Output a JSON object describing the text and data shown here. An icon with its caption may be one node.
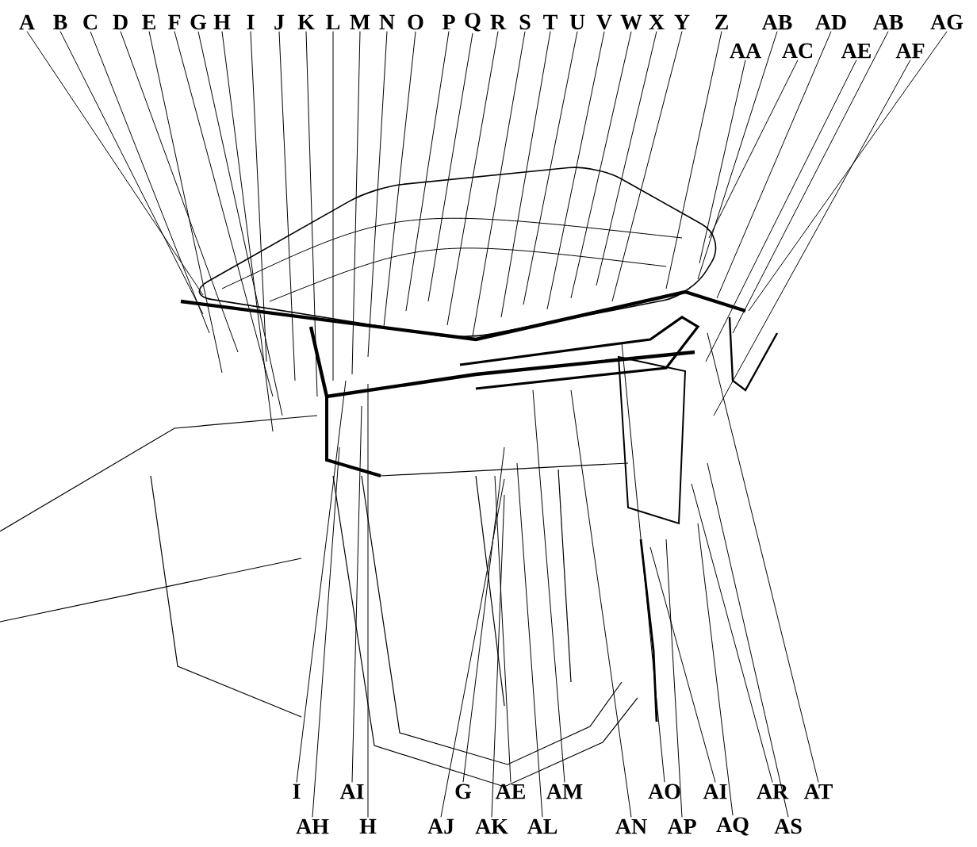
{
  "diagram": {
    "nodes": [
      {
        "text": [
          "A"
        ]
      },
      {
        "text": [
          "B"
        ]
      },
      {
        "text": [
          "C"
        ]
      },
      {
        "text": [
          "D"
        ]
      },
      {
        "text": [
          "E"
        ]
      },
      {
        "text": [
          "F"
        ]
      },
      {
        "text": [
          "G"
        ]
      },
      {
        "text": [
          "H"
        ]
      },
      {
        "text": [
          "I"
        ]
      },
      {
        "text": [
          "J"
        ]
      },
      {
        "text": [
          "K"
        ]
      },
      {
        "text": [
          "L"
        ]
      },
      {
        "text": [
          "M"
        ]
      },
      {
        "text": [
          "N"
        ]
      },
      {
        "text": [
          "O"
        ]
      },
      {
        "text": [
          "P"
        ]
      },
      {
        "text": [
          "Q"
        ]
      },
      {
        "text": [
          "R"
        ]
      },
      {
        "text": [
          "S"
        ]
      },
      {
        "text": [
          "T"
        ]
      },
      {
        "text": [
          "U"
        ]
      },
      {
        "text": [
          "V"
        ]
      },
      {
        "text": [
          "W"
        ]
      },
      {
        "text": [
          "X"
        ]
      },
      {
        "text": [
          "Y"
        ]
      },
      {
        "text": [
          "Z"
        ]
      },
      {
        "text": [
          "AB"
        ]
      },
      {
        "text": [
          "AD"
        ]
      },
      {
        "text": [
          "AB"
        ]
      },
      {
        "text": [
          "AG"
        ]
      },
      {
        "text": [
          "AA"
        ]
      },
      {
        "text": [
          "AC"
        ]
      },
      {
        "text": [
          "AE"
        ]
      },
      {
        "text": [
          "AF"
        ]
      },
      {
        "text": [
          "I"
        ]
      },
      {
        "text": [
          "AI"
        ]
      },
      {
        "text": [
          "G"
        ]
      },
      {
        "text": [
          "AE"
        ]
      },
      {
        "text": [
          "AM"
        ]
      },
      {
        "text": [
          "AO"
        ]
      },
      {
        "text": [
          "AI"
        ]
      },
      {
        "text": [
          "AR"
        ]
      },
      {
        "text": [
          "AT"
        ]
      },
      {
        "text": [
          "AH"
        ]
      },
      {
        "text": [
          "H"
        ]
      },
      {
        "text": [
          "AJ"
        ]
      },
      {
        "text": [
          "AK"
        ]
      },
      {
        "text": [
          "AL"
        ]
      },
      {
        "text": [
          "AN"
        ]
      },
      {
        "text": [
          "AP"
        ]
      },
      {
        "text": [
          "AQ"
        ]
      },
      {
        "text": [
          "AS"
        ]
      }
    ],
    "edges": [
      {
        "from": 0,
        "to": null,
        "arrow": "none"
      },
      {
        "from": 1,
        "to": null,
        "arrow": "none"
      },
      {
        "from": 2,
        "to": null,
        "arrow": "none"
      },
      {
        "from": 3,
        "to": null,
        "arrow": "none"
      },
      {
        "from": 4,
        "to": null,
        "arrow": "none"
      },
      {
        "from": 5,
        "to": null,
        "arrow": "none"
      },
      {
        "from": 6,
        "to": null,
        "arrow": "none"
      },
      {
        "from": 7,
        "to": null,
        "arrow": "none"
      },
      {
        "from": 8,
        "to": null,
        "arrow": "none"
      },
      {
        "from": 9,
        "to": null,
        "arrow": "none"
      },
      {
        "from": 10,
        "to": null,
        "arrow": "none"
      },
      {
        "from": 11,
        "to": null,
        "arrow": "none"
      },
      {
        "from": 12,
        "to": null,
        "arrow": "none"
      },
      {
        "from": 13,
        "to": null,
        "arrow": "none"
      },
      {
        "from": 14,
        "to": null,
        "arrow": "none"
      },
      {
        "from": 15,
        "to": null,
        "arrow": "none"
      },
      {
        "from": 16,
        "to": null,
        "arrow": "none"
      },
      {
        "from": 17,
        "to": null,
        "arrow": "none"
      },
      {
        "from": 18,
        "to": null,
        "arrow": "none"
      },
      {
        "from": 19,
        "to": null,
        "arrow": "none"
      },
      {
        "from": 20,
        "to": null,
        "arrow": "none"
      },
      {
        "from": 21,
        "to": null,
        "arrow": "none"
      },
      {
        "from": 22,
        "to": null,
        "arrow": "none"
      },
      {
        "from": 23,
        "to": null,
        "arrow": "none"
      },
      {
        "from": 24,
        "to": null,
        "arrow": "none"
      },
      {
        "from": 25,
        "to": null,
        "arrow": "none"
      },
      {
        "from": 26,
        "to": null,
        "arrow": "none"
      },
      {
        "from": 27,
        "to": null,
        "arrow": "none"
      },
      {
        "from": 28,
        "to": null,
        "arrow": "none"
      },
      {
        "from": 29,
        "to": null,
        "arrow": "none"
      },
      {
        "from": 30,
        "to": null,
        "arrow": "none"
      },
      {
        "from": 31,
        "to": null,
        "arrow": "none"
      },
      {
        "from": 32,
        "to": null,
        "arrow": "none"
      },
      {
        "from": 33,
        "to": null,
        "arrow": "none"
      },
      {
        "from": 34,
        "to": null,
        "arrow": "none"
      },
      {
        "from": 35,
        "to": null,
        "arrow": "none"
      },
      {
        "from": 36,
        "to": null,
        "arrow": "none"
      },
      {
        "from": 37,
        "to": null,
        "arrow": "none"
      },
      {
        "from": 38,
        "to": null,
        "arrow": "none"
      },
      {
        "from": 39,
        "to": null,
        "arrow": "none"
      },
      {
        "from": 40,
        "to": null,
        "arrow": "none"
      },
      {
        "from": 41,
        "to": null,
        "arrow": "none"
      },
      {
        "from": 42,
        "to": null,
        "arrow": "none"
      },
      {
        "from": 43,
        "to": null,
        "arrow": "none"
      },
      {
        "from": 44,
        "to": null,
        "arrow": "none"
      },
      {
        "from": 45,
        "to": null,
        "arrow": "none"
      },
      {
        "from": 46,
        "to": null,
        "arrow": "none"
      },
      {
        "from": 47,
        "to": null,
        "arrow": "none"
      },
      {
        "from": 48,
        "to": null,
        "arrow": "none"
      },
      {
        "from": 49,
        "to": null,
        "arrow": "none"
      },
      {
        "from": 50,
        "to": null,
        "arrow": "none"
      },
      {
        "from": 51,
        "to": null,
        "arrow": "none"
      }
    ]
  }
}
